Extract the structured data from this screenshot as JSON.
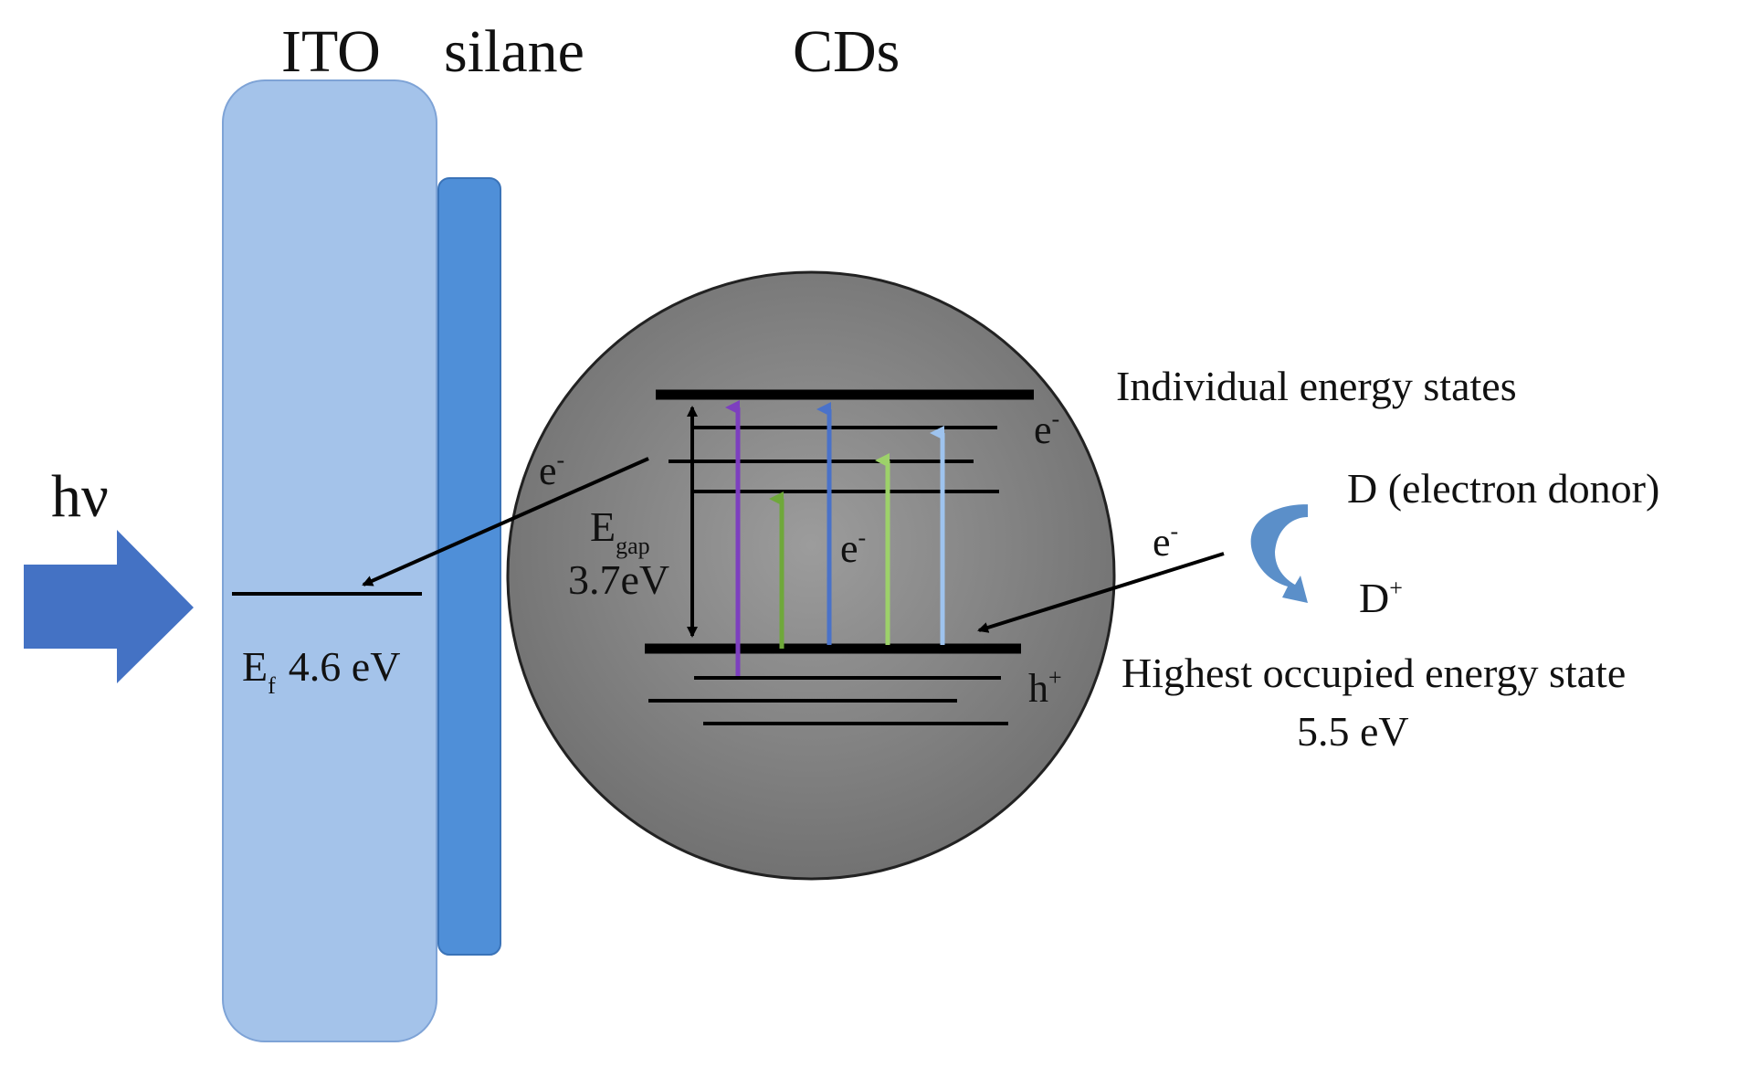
{
  "labels": {
    "ito": "ITO",
    "silane": "silane",
    "cds": "CDs",
    "hv": "hν",
    "ef_main": "E",
    "ef_sub": "f",
    "ef_value": "4.6 eV",
    "egap_main": "E",
    "egap_sub": "gap",
    "egap_value": "3.7eV",
    "electron": "e",
    "minus": "-",
    "hole": "h",
    "plus": "+",
    "individual_states": "Individual energy states",
    "donor": "D (electron donor)",
    "donor_ox_main": "D",
    "homo_line1": "Highest occupied energy state",
    "homo_line2": "5.5 eV"
  },
  "colors": {
    "ito_fill": "#a4c3ea",
    "ito_stroke": "#7ea3d6",
    "silane_fill": "#4f8fd8",
    "silane_stroke": "#3a73b8",
    "photon_arrow": "#4472c4",
    "cd_light": "#9c9c9c",
    "cd_dark": "#6e6e6e",
    "cd_stroke": "#222222",
    "level_line": "#000000",
    "donor_arrow": "#5b8fc9",
    "transition_purple": "#7d3fbf",
    "transition_green": "#6fa83a",
    "transition_blue": "#4a72c9",
    "transition_lightgreen": "#9dd16a",
    "transition_lightblue": "#9ec3ee"
  },
  "icons": {
    "photon": "block-arrow-right",
    "donor_transfer": "curved-arrow"
  }
}
